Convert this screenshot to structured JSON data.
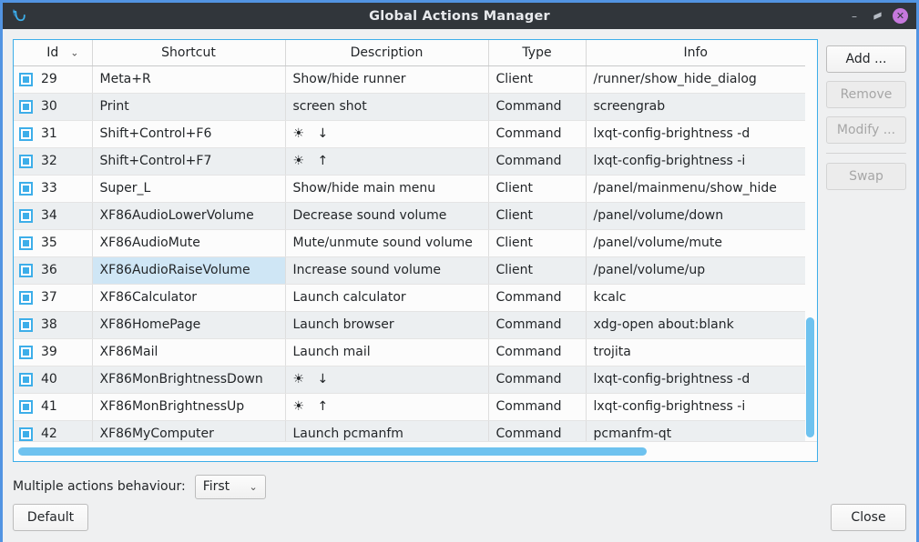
{
  "window": {
    "title": "Global Actions Manager",
    "app_icon": "lxqt-logo-icon",
    "minimize_label": "–",
    "maximize_label": "⬌",
    "close_label": "✕",
    "titlebar_color": "#31363b",
    "accent_color": "#3daee9",
    "close_button_color": "#c678dd"
  },
  "table": {
    "columns": [
      "Id",
      "Shortcut",
      "Description",
      "Type",
      "Info"
    ],
    "sort_column": "Id",
    "sort_indicator": "⌄",
    "selected_row_id": "36",
    "rows": [
      {
        "id": "29",
        "shortcut": "Meta+R",
        "description": "Show/hide runner",
        "type": "Client",
        "info": "/runner/show_hide_dialog",
        "checked": true
      },
      {
        "id": "30",
        "shortcut": "Print",
        "description": "screen shot",
        "type": "Command",
        "info": "screengrab",
        "checked": true
      },
      {
        "id": "31",
        "shortcut": "Shift+Control+F6",
        "description": "☀ ↓",
        "type": "Command",
        "info": "lxqt-config-brightness -d",
        "checked": true
      },
      {
        "id": "32",
        "shortcut": "Shift+Control+F7",
        "description": "☀ ↑",
        "type": "Command",
        "info": "lxqt-config-brightness -i",
        "checked": true
      },
      {
        "id": "33",
        "shortcut": "Super_L",
        "description": "Show/hide main menu",
        "type": "Client",
        "info": "/panel/mainmenu/show_hide",
        "checked": true
      },
      {
        "id": "34",
        "shortcut": "XF86AudioLowerVolume",
        "description": "Decrease sound volume",
        "type": "Client",
        "info": "/panel/volume/down",
        "checked": true
      },
      {
        "id": "35",
        "shortcut": "XF86AudioMute",
        "description": "Mute/unmute sound volume",
        "type": "Client",
        "info": "/panel/volume/mute",
        "checked": true
      },
      {
        "id": "36",
        "shortcut": "XF86AudioRaiseVolume",
        "description": "Increase sound volume",
        "type": "Client",
        "info": "/panel/volume/up",
        "checked": true
      },
      {
        "id": "37",
        "shortcut": "XF86Calculator",
        "description": "Launch calculator",
        "type": "Command",
        "info": "kcalc",
        "checked": true
      },
      {
        "id": "38",
        "shortcut": "XF86HomePage",
        "description": "Launch browser",
        "type": "Command",
        "info": "xdg-open about:blank",
        "checked": true
      },
      {
        "id": "39",
        "shortcut": "XF86Mail",
        "description": "Launch mail",
        "type": "Command",
        "info": "trojita",
        "checked": true
      },
      {
        "id": "40",
        "shortcut": "XF86MonBrightnessDown",
        "description": "☀ ↓",
        "type": "Command",
        "info": "lxqt-config-brightness -d",
        "checked": true
      },
      {
        "id": "41",
        "shortcut": "XF86MonBrightnessUp",
        "description": "☀ ↑",
        "type": "Command",
        "info": "lxqt-config-brightness -i",
        "checked": true
      },
      {
        "id": "42",
        "shortcut": "XF86MyComputer",
        "description": "Launch pcmanfm",
        "type": "Command",
        "info": "pcmanfm-qt",
        "checked": true
      }
    ]
  },
  "side_buttons": [
    {
      "label": "Add ...",
      "name": "add-button",
      "enabled": true
    },
    {
      "label": "Remove",
      "name": "remove-button",
      "enabled": false
    },
    {
      "label": "Modify ...",
      "name": "modify-button",
      "enabled": false
    },
    {
      "label": "Swap",
      "name": "swap-button",
      "enabled": false
    }
  ],
  "behaviour": {
    "label": "Multiple actions behaviour:",
    "selected": "First",
    "caret": "⌄"
  },
  "footer": {
    "default_label": "Default",
    "close_label": "Close"
  },
  "scrollbars": {
    "vertical_color": "#6ec2ef",
    "horizontal_color": "#6ec2ef"
  }
}
